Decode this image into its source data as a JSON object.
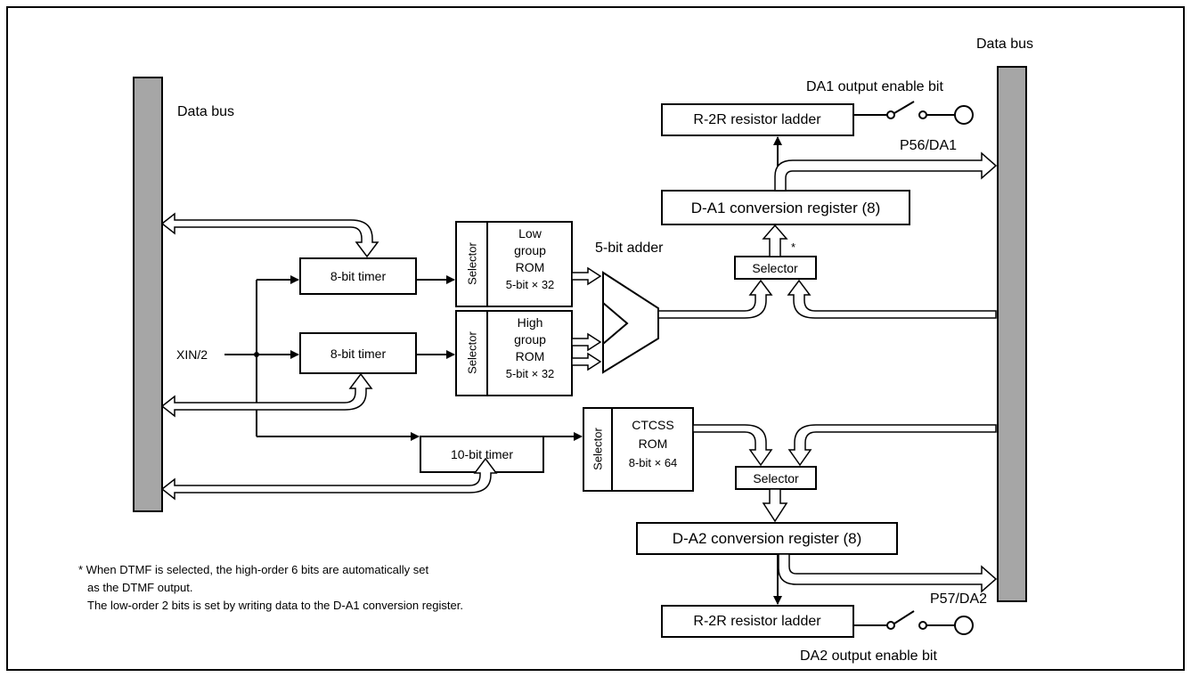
{
  "labels": {
    "data_bus_left": "Data bus",
    "data_bus_right": "Data bus",
    "da1_enable": "DA1 output enable bit",
    "da2_enable": "DA2 output enable bit",
    "p56_da1": "P56/DA1",
    "p57_da2": "P57/DA2",
    "xin": "XIN/2",
    "adder": "5-bit adder",
    "asterisk": "*"
  },
  "blocks": {
    "r2r_top": "R-2R resistor ladder",
    "r2r_bottom": "R-2R resistor ladder",
    "da1_register": "D-A1 conversion register (8)",
    "da2_register": "D-A2 conversion register (8)",
    "selector_top": "Selector",
    "selector_bottom": "Selector",
    "timer_1": "8-bit timer",
    "timer_2": "8-bit timer",
    "timer_10": "10-bit timer",
    "rom_selector": "Selector"
  },
  "rom_low": [
    "Low",
    "group",
    "ROM",
    "5-bit × 32"
  ],
  "rom_high": [
    "High",
    "group",
    "ROM",
    "5-bit × 32"
  ],
  "rom_ctcss": [
    "CTCSS",
    "ROM",
    "8-bit × 64"
  ],
  "footnote": [
    "* When DTMF is selected, the high-order 6 bits are automatically set",
    "as the DTMF output.",
    "The low-order 2 bits is set by writing data to the D-A1 conversion register."
  ]
}
